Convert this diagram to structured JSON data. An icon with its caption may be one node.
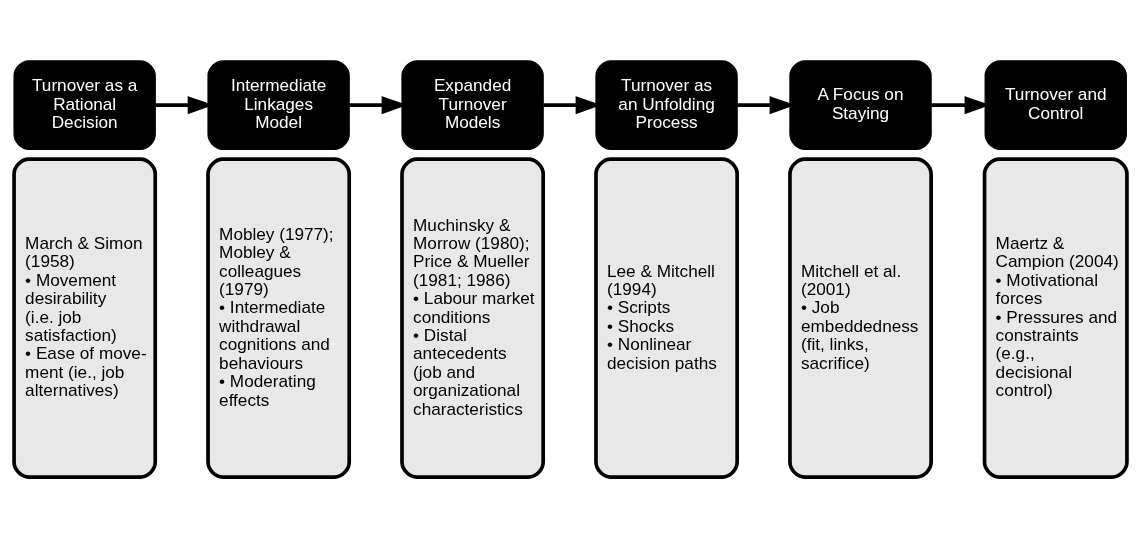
{
  "diagram": {
    "nodes": [
      {
        "text": [
          "Turnover as a Rational Decision"
        ]
      },
      {
        "text": [
          "March & Simon (1958)",
          "• Movement desirability (i.e. job satisfaction)",
          "• Ease of move- ment (ie., job alternatives)"
        ]
      },
      {
        "text": [
          "Intermediate Linkages Model"
        ]
      },
      {
        "text": [
          "Mobley (1977); Mobley & colleagues (1979)",
          "• Intermediate withdrawal cognitions and behaviours",
          "• Moderating effects"
        ]
      },
      {
        "text": [
          "Expanded Turnover Models"
        ]
      },
      {
        "text": [
          "Muchinsky & Morrow (1980); Price & Mueller (1981; 1986)",
          "• Labour market conditions",
          "• Distal antecedents (job and organizational characteristics"
        ]
      },
      {
        "text": [
          "Turnover as an Unfolding Process"
        ]
      },
      {
        "text": [
          "Lee & Mitchell (1994)",
          "• Scripts",
          "• Shocks",
          "• Nonlinear decision paths"
        ]
      },
      {
        "text": [
          "A Focus on Staying"
        ]
      },
      {
        "text": [
          "Mitchell et al. (2001)",
          "• Job embeddedness (fit, links, sacrifice)"
        ]
      },
      {
        "text": [
          "Turnover and Control"
        ]
      },
      {
        "text": [
          "Maertz & Campion (2004)",
          "• Motivational forces",
          "• Pressures and constraints (e.g., decisional control)"
        ]
      }
    ],
    "edges": [
      {
        "from": 0,
        "to": 2,
        "arrow": "to"
      },
      {
        "from": 2,
        "to": 4,
        "arrow": "to"
      },
      {
        "from": 4,
        "to": 6,
        "arrow": "to"
      },
      {
        "from": 6,
        "to": 8,
        "arrow": "to"
      },
      {
        "from": 8,
        "to": 10,
        "arrow": "to"
      }
    ]
  }
}
